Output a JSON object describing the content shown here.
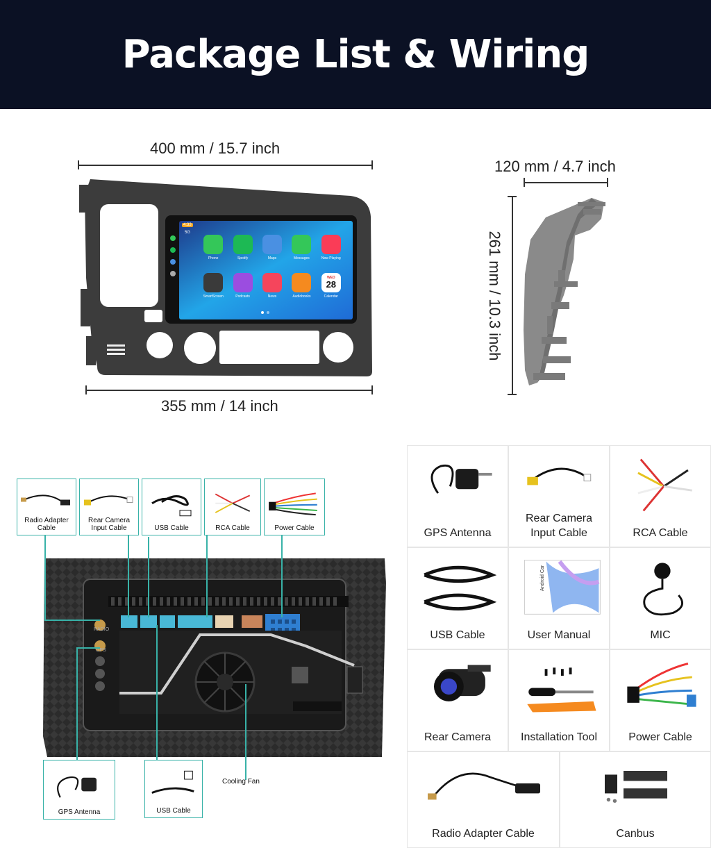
{
  "header": {
    "title": "Package List & Wiring"
  },
  "dimensions": {
    "front_width": "400 mm / 15.7 inch",
    "front_bottom": "355 mm / 14 inch",
    "side_depth": "120 mm / 4.7 inch",
    "side_height": "261 mm / 10.3 inch"
  },
  "screen": {
    "time": "4:33",
    "network": "5G",
    "apps": [
      {
        "label": "Phone",
        "color": "#34c759"
      },
      {
        "label": "Spotify",
        "color": "#1db954"
      },
      {
        "label": "Maps",
        "color": "#4a90e2"
      },
      {
        "label": "Messages",
        "color": "#34c759"
      },
      {
        "label": "Now Playing",
        "color": "#fa3c57"
      },
      {
        "label": "SmartScreen",
        "color": "#3a3a3a"
      },
      {
        "label": "Podcasts",
        "color": "#9b4de0"
      },
      {
        "label": "News",
        "color": "#f5455c"
      },
      {
        "label": "Audiobooks",
        "color": "#f58a1f"
      },
      {
        "label": "Calendar",
        "color": "#ffffff"
      }
    ],
    "calendar_day": "WED",
    "calendar_date": "28"
  },
  "wiring": {
    "top_callouts": [
      "Radio Adapter Cable",
      "Rear Camera Input Cable",
      "USB Cable",
      "RCA Cable",
      "Power Cable"
    ],
    "bottom_callouts": [
      "GPS Antenna",
      "USB Cable"
    ],
    "cooling_fan": "Cooling Fan",
    "port_labels": [
      "RADIO",
      "GPS"
    ]
  },
  "package_items": [
    {
      "label": "GPS Antenna",
      "icon": "gps-antenna-icon"
    },
    {
      "label": "Rear Camera Input Cable",
      "icon": "rear-camera-cable-icon"
    },
    {
      "label": "RCA Cable",
      "icon": "rca-cable-icon"
    },
    {
      "label": "USB Cable",
      "icon": "usb-cable-icon"
    },
    {
      "label": "User Manual",
      "icon": "user-manual-icon"
    },
    {
      "label": "MIC",
      "icon": "mic-icon"
    },
    {
      "label": "Rear Camera",
      "icon": "rear-camera-icon"
    },
    {
      "label": "Installation Tool",
      "icon": "installation-tool-icon"
    },
    {
      "label": "Power Cable",
      "icon": "power-cable-icon"
    },
    {
      "label": "Radio Adapter Cable",
      "icon": "radio-adapter-cable-icon"
    },
    {
      "label": "Canbus",
      "icon": "canbus-icon"
    }
  ],
  "manual_text": "Android Car",
  "colors": {
    "banner": "#0b1124",
    "accent": "#38b2a8",
    "bezel": "#3c3c3c"
  }
}
